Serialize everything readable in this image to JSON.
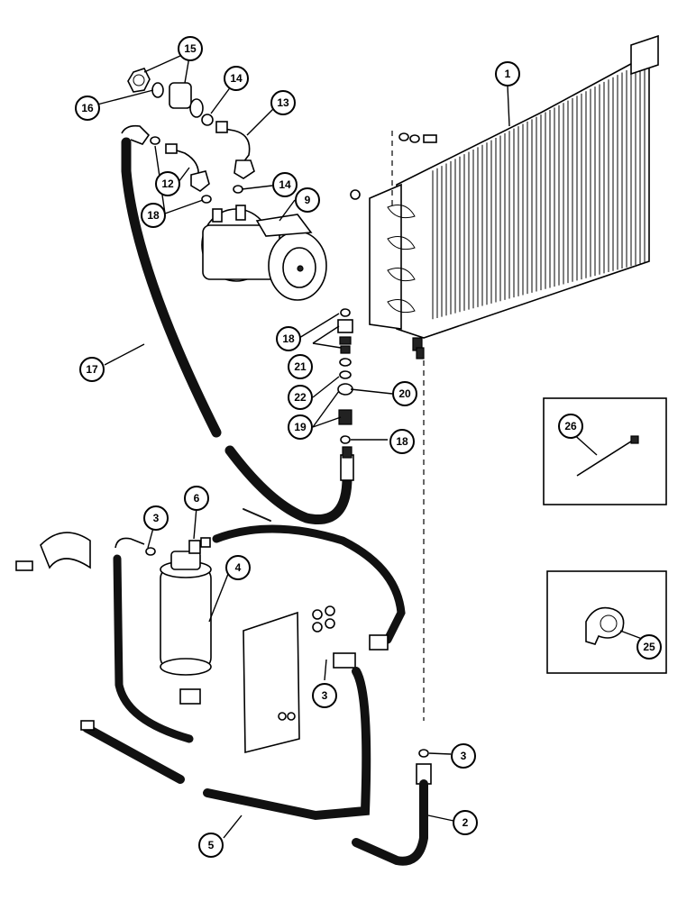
{
  "callouts": {
    "c1": "1",
    "c2": "2",
    "c3a": "3",
    "c3b": "3",
    "c3c": "3",
    "c4": "4",
    "c5": "5",
    "c6": "6",
    "c9": "9",
    "c12": "12",
    "c13": "13",
    "c14a": "14",
    "c14b": "14",
    "c15": "15",
    "c16": "16",
    "c17": "17",
    "c18a": "18",
    "c18b": "18",
    "c18c": "18",
    "c19": "19",
    "c20": "20",
    "c21": "21",
    "c22": "22",
    "c25": "25",
    "c26": "26"
  }
}
